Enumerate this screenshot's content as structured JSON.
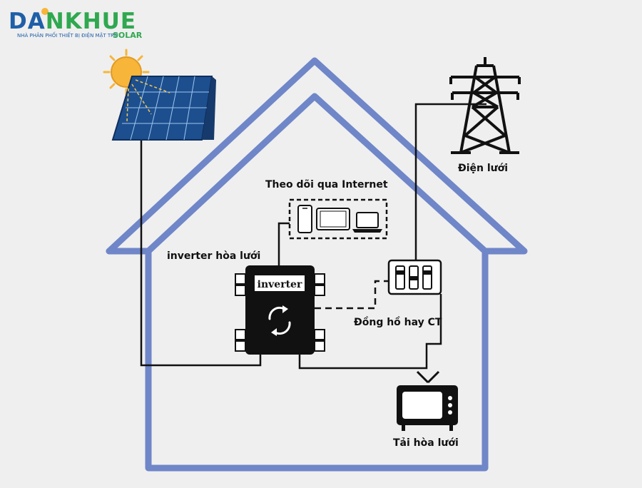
{
  "logo": {
    "brand_part1": "DA",
    "brand_part2": "NKHUE",
    "tagline": "NHÀ PHÂN PHỐI THIẾT BỊ ĐIỆN MẶT TRỜI",
    "solar": "SOLAR"
  },
  "labels": {
    "grid": "Điện lưới",
    "monitoring": "Theo dõi qua Internet",
    "inverter_title": "inverter hòa lưới",
    "inverter_text": "inverter",
    "meter": "Đồng hồ hay CT",
    "load": "Tải hòa lưới"
  },
  "colors": {
    "house_outline": "#6f86c8",
    "logo_blue": "#1f5fa8",
    "logo_green": "#2fa84f",
    "sun": "#f7b53a",
    "panel": "#1d4f8f"
  },
  "icons": [
    "sun-icon",
    "solar-panel-icon",
    "power-tower-icon",
    "phone-icon",
    "tablet-icon",
    "laptop-icon",
    "inverter-icon",
    "meter-icon",
    "tv-icon",
    "refresh-icon"
  ]
}
